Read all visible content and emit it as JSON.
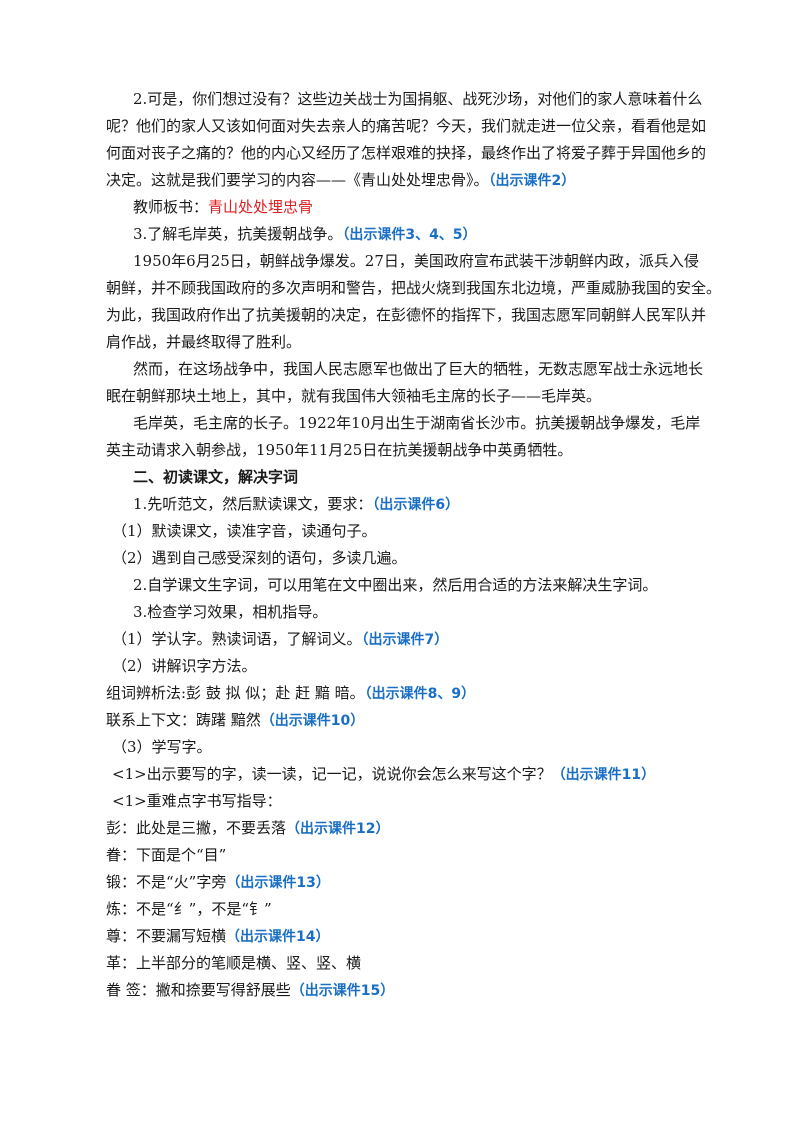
{
  "lines": [
    {
      "text": "2.可是，你们想过没有？这些边关战士为国捐躯、战死沙场，对他们的家人意味着什么",
      "cue": ""
    },
    {
      "text": "呢？他们的家人又该如何面对失去亲人的痛苦呢？今天，我们就走进一位父亲，看看他是如",
      "cue": ""
    },
    {
      "text": "何面对丧子之痛的？他的内心又经历了怎样艰难的抉择，最终作出了将爱子葬于异国他乡的",
      "cue": ""
    },
    {
      "text": "决定。这就是我们要学习的内容——《青山处处埋忠骨》。",
      "cue": "（出示课件2）"
    },
    {
      "text": "教师板书：",
      "red": "青山处处埋忠骨"
    },
    {
      "text": "3.了解毛岸英，抗美援朝战争。",
      "cue": "（出示课件3、4、5）"
    },
    {
      "text": "1950年6月25日，朝鲜战争爆发。27日，美国政府宣布武装干涉朝鲜内政，派兵入侵",
      "cue": ""
    },
    {
      "text": "朝鲜，并不顾我国政府的多次声明和警告，把战火烧到我国东北边境，严重威胁我国的安全。",
      "cue": ""
    },
    {
      "text": "为此，我国政府作出了抗美援朝的决定，在彭德怀的指挥下，我国志愿军同朝鲜人民军队并",
      "cue": ""
    },
    {
      "text": "肩作战，并最终取得了胜利。",
      "cue": ""
    },
    {
      "text": "然而，在这场战争中，我国人民志愿军也做出了巨大的牺牲，无数志愿军战士永远地长",
      "cue": ""
    },
    {
      "text": "眠在朝鲜那块土地上，其中，就有我国伟大领袖毛主席的长子——毛岸英。",
      "cue": ""
    },
    {
      "text": "毛岸英，毛主席的长子。1922年10月出生于湖南省长沙市。抗美援朝战争爆发，毛岸",
      "cue": ""
    },
    {
      "text": "英主动请求入朝参战，1950年11月25日在抗美援朝战争中英勇牺牲。",
      "cue": ""
    },
    {
      "text": "二、初读课文，解决字词",
      "cue": ""
    },
    {
      "text": "1.先听范文，然后默读课文，要求：",
      "cue": "（出示课件6）"
    },
    {
      "text": "（1）默读课文，读准字音，读通句子。",
      "cue": ""
    },
    {
      "text": "（2）遇到自己感受深刻的语句，多读几遍。",
      "cue": ""
    },
    {
      "text": "2.自学课文生字词，可以用笔在文中圈出来，然后用合适的方法来解决生字词。",
      "cue": ""
    },
    {
      "text": "3.检查学习效果，相机指导。",
      "cue": ""
    },
    {
      "text": "（1）学认字。熟读词语，了解词义。",
      "cue": "（出示课件7）"
    },
    {
      "text": "（2）讲解识字方法。",
      "cue": ""
    },
    {
      "text": "组词辨析法:彭 鼓 拟 似；赴 赶 黯 暗。",
      "cue": "（出示课件8、9）"
    },
    {
      "text": "联系上下文：踌躇 黯然",
      "cue": "（出示课件10）"
    },
    {
      "text": "（3）学写字。",
      "cue": ""
    },
    {
      "text": "<1>出示要写的字，读一读，记一记，说说你会怎么来写这个字？",
      "cue": "（出示课件11）"
    },
    {
      "text": "<1>重难点字书写指导：",
      "cue": ""
    },
    {
      "text": "彭：此处是三撇，不要丢落",
      "cue": "（出示课件12）"
    },
    {
      "text": "眷：下面是个“目”",
      "cue": ""
    },
    {
      "text": "锻：不是“火”字旁",
      "cue": "（出示课件13）"
    },
    {
      "text": "炼：不是“纟”，不是“钅”",
      "cue": ""
    },
    {
      "text": "尊：不要漏写短横",
      "cue": "（出示课件14）"
    },
    {
      "text": "革：上半部分的笔顺是横、竖、竖、横",
      "cue": ""
    },
    {
      "text": "眷 签：撇和捺要写得舒展些",
      "cue": "（出示课件15）"
    }
  ]
}
